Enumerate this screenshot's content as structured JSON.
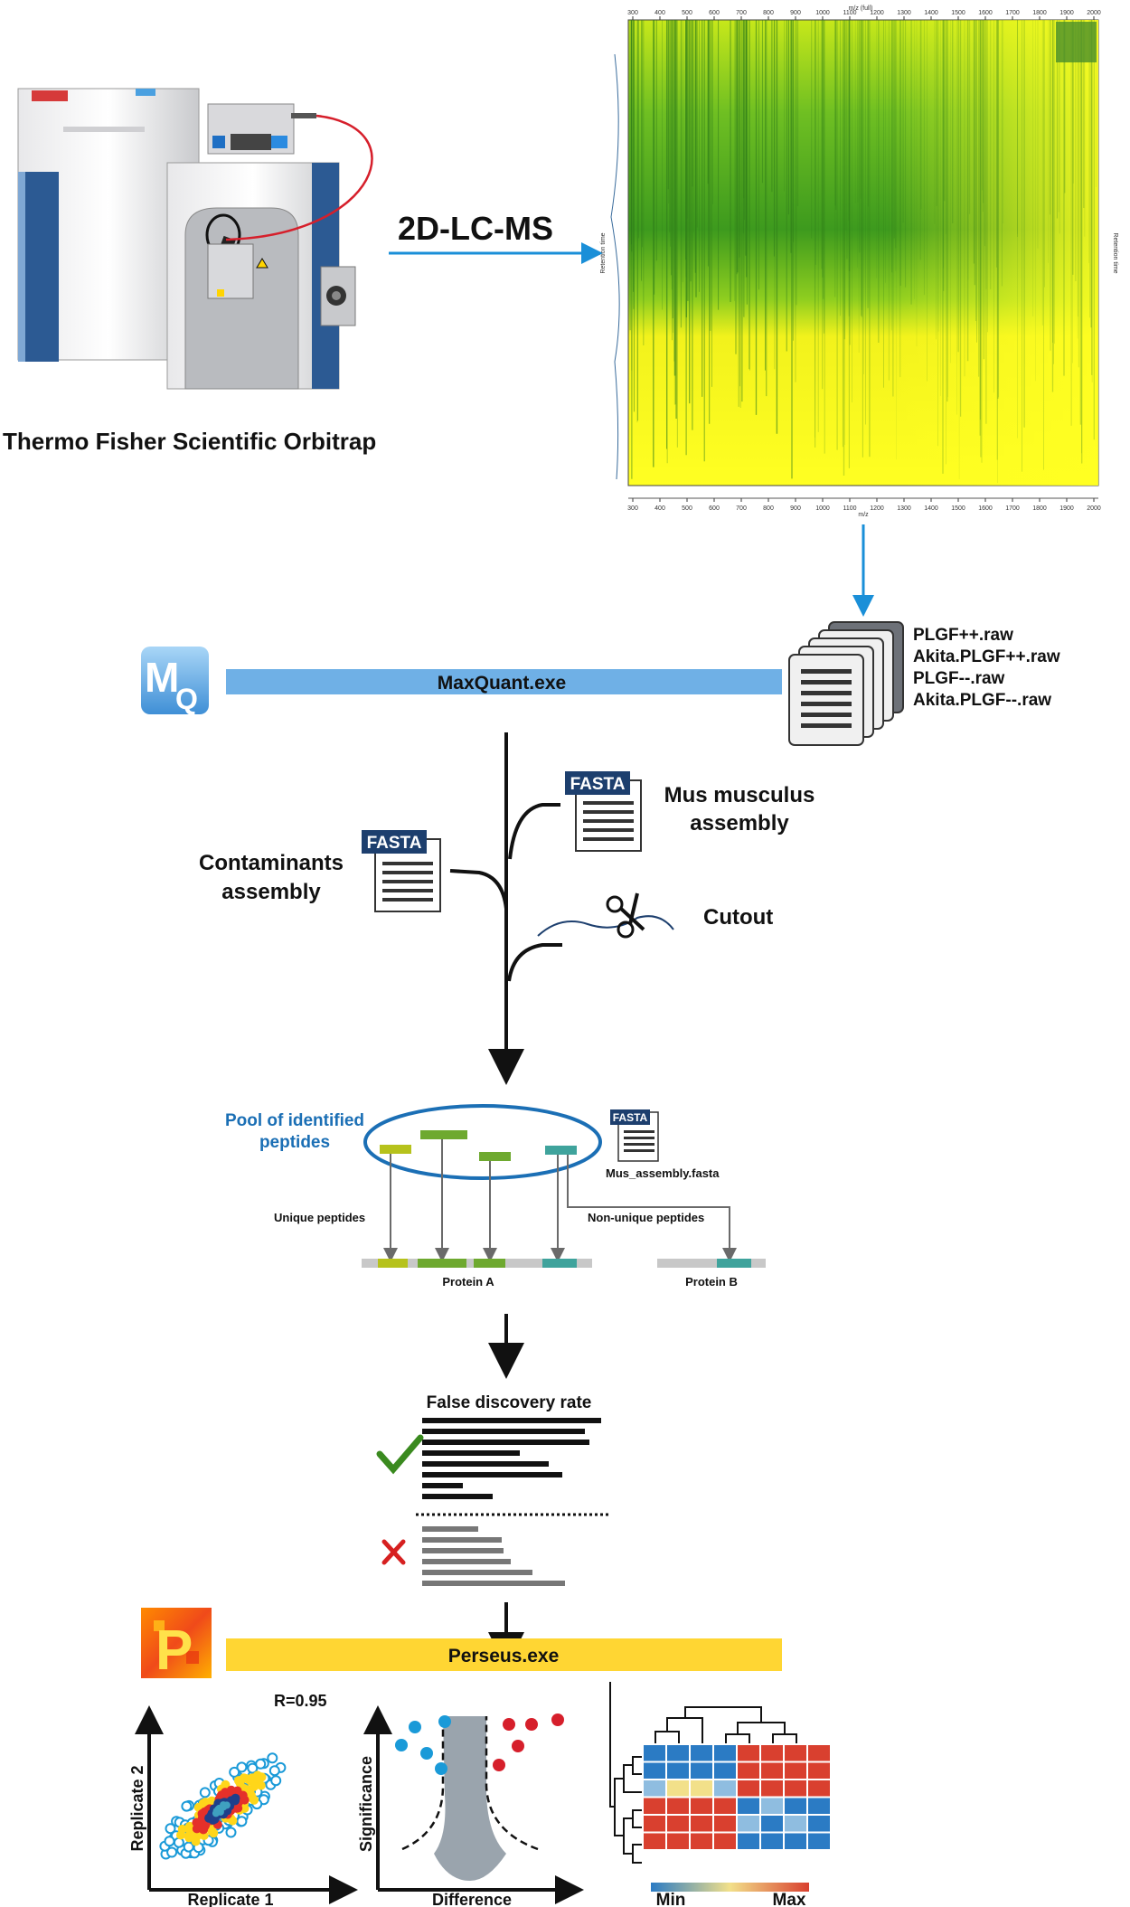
{
  "labels": {
    "instrument": "Thermo Fisher Scientific Orbitrap",
    "method": "2D-LC-MS",
    "maxquant": "MaxQuant.exe",
    "perseus": "Perseus.exe",
    "mus_musculus_line1": "Mus musculus",
    "mus_musculus_line2": "assembly",
    "contaminants_line1": "Contaminants",
    "contaminants_line2": "assembly",
    "cutout": "Cutout",
    "fasta": "FASTA",
    "pool_line1": "Pool of identified",
    "pool_line2": "peptides",
    "mus_assembly_file": "Mus_assembly.fasta",
    "unique_peptides": "Unique peptides",
    "non_unique_peptides": "Non-unique peptides",
    "protein_a": "Protein A",
    "protein_b": "Protein B",
    "fdr": "False discovery rate",
    "r_value": "R=0.95",
    "replicate1": "Replicate 1",
    "replicate2": "Replicate 2",
    "significance": "Significance",
    "difference": "Difference",
    "min": "Min",
    "max": "Max",
    "logo_mq_m": "M",
    "logo_mq_q": "Q",
    "logo_p": "P",
    "mz_full": "m/z (full)",
    "mz": "m/z",
    "retention_time": "Retention time"
  },
  "raw_files": [
    "PLGF++.raw",
    "Akita.PLGF++.raw",
    "PLGF--.raw",
    "Akita.PLGF--.raw"
  ],
  "mz_ticks": [
    "300",
    "400",
    "500",
    "600",
    "700",
    "800",
    "900",
    "1000",
    "1100",
    "1200",
    "1300",
    "1400",
    "1500",
    "1600",
    "1700",
    "1800",
    "1900",
    "2000"
  ],
  "colors": {
    "blue_arrow": "#1a8fd8",
    "maxquant_bar": "#6fb0e6",
    "perseus_bar": "#ffd633",
    "pool_blue": "#1b6fb5",
    "fasta_navy": "#1d3f6e",
    "check_green": "#3a8a1f",
    "cross_red": "#d62020",
    "heat_red": "#d9402f",
    "heat_blue": "#2b7bc4"
  }
}
